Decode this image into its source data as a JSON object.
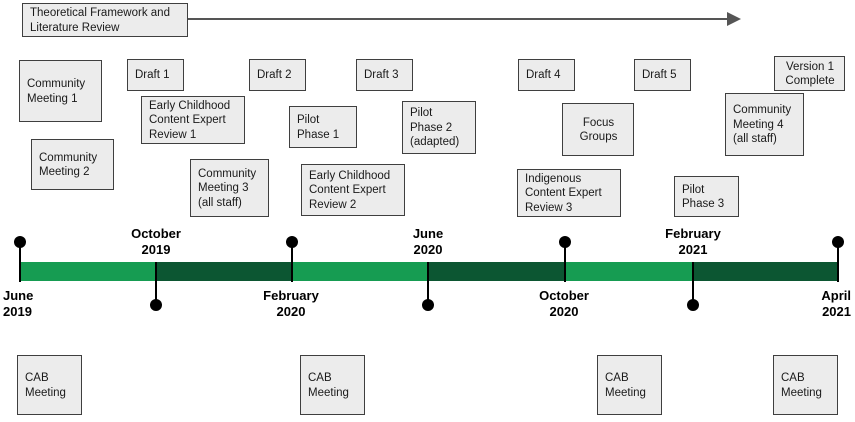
{
  "diagram": {
    "title_box": {
      "label": "Theoretical Framework and\nLiterature Review"
    },
    "arrow": {
      "name": "timeline-progress-arrow"
    },
    "timeline": {
      "start_label": "June\n2019",
      "end_label": "April\n2021",
      "colors": {
        "light_green": "#169c52",
        "dark_green": "#0c5632"
      },
      "ticks": [
        {
          "label": "June\n2019",
          "position": "below"
        },
        {
          "label": "October\n2019",
          "position": "above"
        },
        {
          "label": "February\n2020",
          "position": "below"
        },
        {
          "label": "June\n2020",
          "position": "above"
        },
        {
          "label": "October\n2020",
          "position": "below"
        },
        {
          "label": "February\n2021",
          "position": "above"
        },
        {
          "label": "April\n2021",
          "position": "below"
        }
      ]
    },
    "above_boxes": [
      {
        "label": "Community\nMeeting 1"
      },
      {
        "label": "Community\nMeeting 2"
      },
      {
        "label": "Draft 1"
      },
      {
        "label": "Early Childhood\nContent Expert\nReview 1"
      },
      {
        "label": "Community\nMeeting 3\n(all staff)"
      },
      {
        "label": "Draft 2"
      },
      {
        "label": "Pilot\nPhase 1"
      },
      {
        "label": "Early Childhood\nContent Expert\nReview 2"
      },
      {
        "label": "Draft 3"
      },
      {
        "label": "Pilot\nPhase 2\n(adapted)"
      },
      {
        "label": "Draft 4"
      },
      {
        "label": "Focus\nGroups"
      },
      {
        "label": "Indigenous\nContent Expert\nReview 3"
      },
      {
        "label": "Draft 5"
      },
      {
        "label": "Pilot\nPhase 3"
      },
      {
        "label": "Version 1\nComplete"
      },
      {
        "label": "Community\nMeeting 4\n(all staff)"
      }
    ],
    "below_boxes": [
      {
        "label": "CAB\nMeeting"
      },
      {
        "label": "CAB\nMeeting"
      },
      {
        "label": "CAB\nMeeting"
      },
      {
        "label": "CAB\nMeeting"
      }
    ]
  }
}
